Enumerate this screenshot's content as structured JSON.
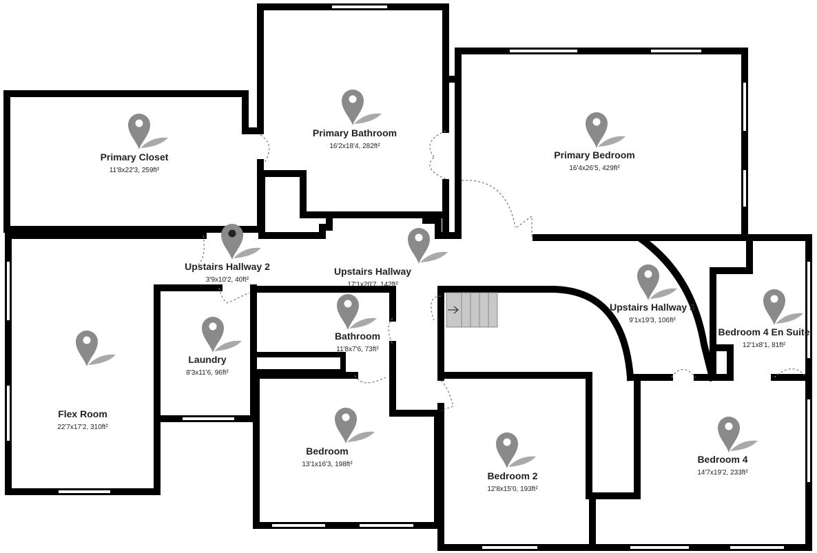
{
  "floor_plan": {
    "rooms": [
      {
        "id": "primary-closet",
        "name": "Primary Closet",
        "dims": "11'8x22'3, 259ft²"
      },
      {
        "id": "primary-bathroom",
        "name": "Primary Bathroom",
        "dims": "16'2x18'4, 282ft²"
      },
      {
        "id": "primary-bedroom",
        "name": "Primary Bedroom",
        "dims": "16'4x26'5, 429ft²"
      },
      {
        "id": "upstairs-hallway-2",
        "name": "Upstairs Hallway 2",
        "dims": "3'9x10'2, 40ft²"
      },
      {
        "id": "upstairs-hallway",
        "name": "Upstairs Hallway",
        "dims": "17'1x20'7, 142ft²"
      },
      {
        "id": "upstairs-hallway-3",
        "name": "Upstairs Hallway 3",
        "dims": "9'1x19'3, 106ft²"
      },
      {
        "id": "bedroom-4-en-suite",
        "name": "Bedroom 4 En Suite",
        "dims": "12'1x8'1, 81ft²"
      },
      {
        "id": "laundry",
        "name": "Laundry",
        "dims": "8'3x11'6, 96ft²"
      },
      {
        "id": "bathroom",
        "name": "Bathroom",
        "dims": "11'8x7'6, 73ft²"
      },
      {
        "id": "flex-room",
        "name": "Flex Room",
        "dims": "22'7x17'2, 310ft²"
      },
      {
        "id": "bedroom",
        "name": "Bedroom",
        "dims": "13'1x16'3, 198ft²"
      },
      {
        "id": "bedroom-2",
        "name": "Bedroom 2",
        "dims": "12'8x15'0, 193ft²"
      },
      {
        "id": "bedroom-4",
        "name": "Bedroom 4",
        "dims": "14'7x19'2, 233ft²"
      }
    ],
    "stairs_icon": "arrow-right-icon",
    "pin_icon": "map-pin-icon",
    "colors": {
      "walls": "#000000",
      "pin": "#8a8a8a",
      "stairs": "#c8c8c8",
      "text": "#222222"
    }
  }
}
